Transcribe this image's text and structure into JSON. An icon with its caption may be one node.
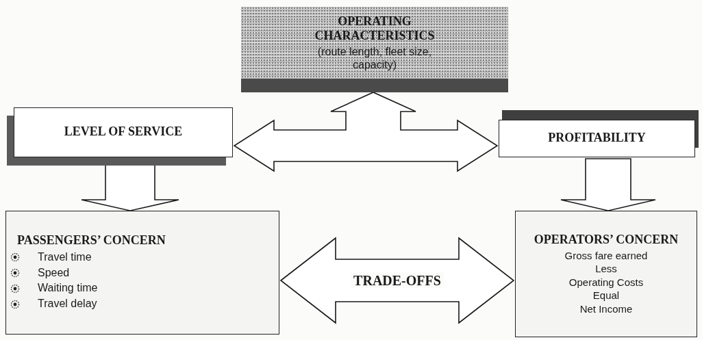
{
  "diagram": {
    "nodes": [
      {
        "text": [
          "OPERATING CHARACTERISTICS",
          "(route length, fleet size, capacity)"
        ]
      },
      {
        "text": [
          "LEVEL OF SERVICE"
        ]
      },
      {
        "text": [
          "PROFITABILITY"
        ]
      },
      {
        "text": [
          "PASSENGERS’ CONCERN",
          "Travel time",
          "Speed",
          "Waiting time",
          "Travel delay"
        ]
      },
      {
        "text": [
          "OPERATORS’ CONCERN",
          "Gross fare earned",
          "Less",
          "Operating Costs",
          "Equal",
          "Net Income"
        ]
      }
    ],
    "edges": [
      {
        "from": 0,
        "to": 1,
        "arrow": "both"
      },
      {
        "from": 0,
        "to": 2,
        "arrow": "both"
      },
      {
        "from": 1,
        "to": 3,
        "arrow": "to"
      },
      {
        "from": 2,
        "to": 4,
        "arrow": "to"
      },
      {
        "from": 3,
        "to": 4,
        "arrow": "both",
        "label": "TRADE-OFFS"
      }
    ]
  }
}
